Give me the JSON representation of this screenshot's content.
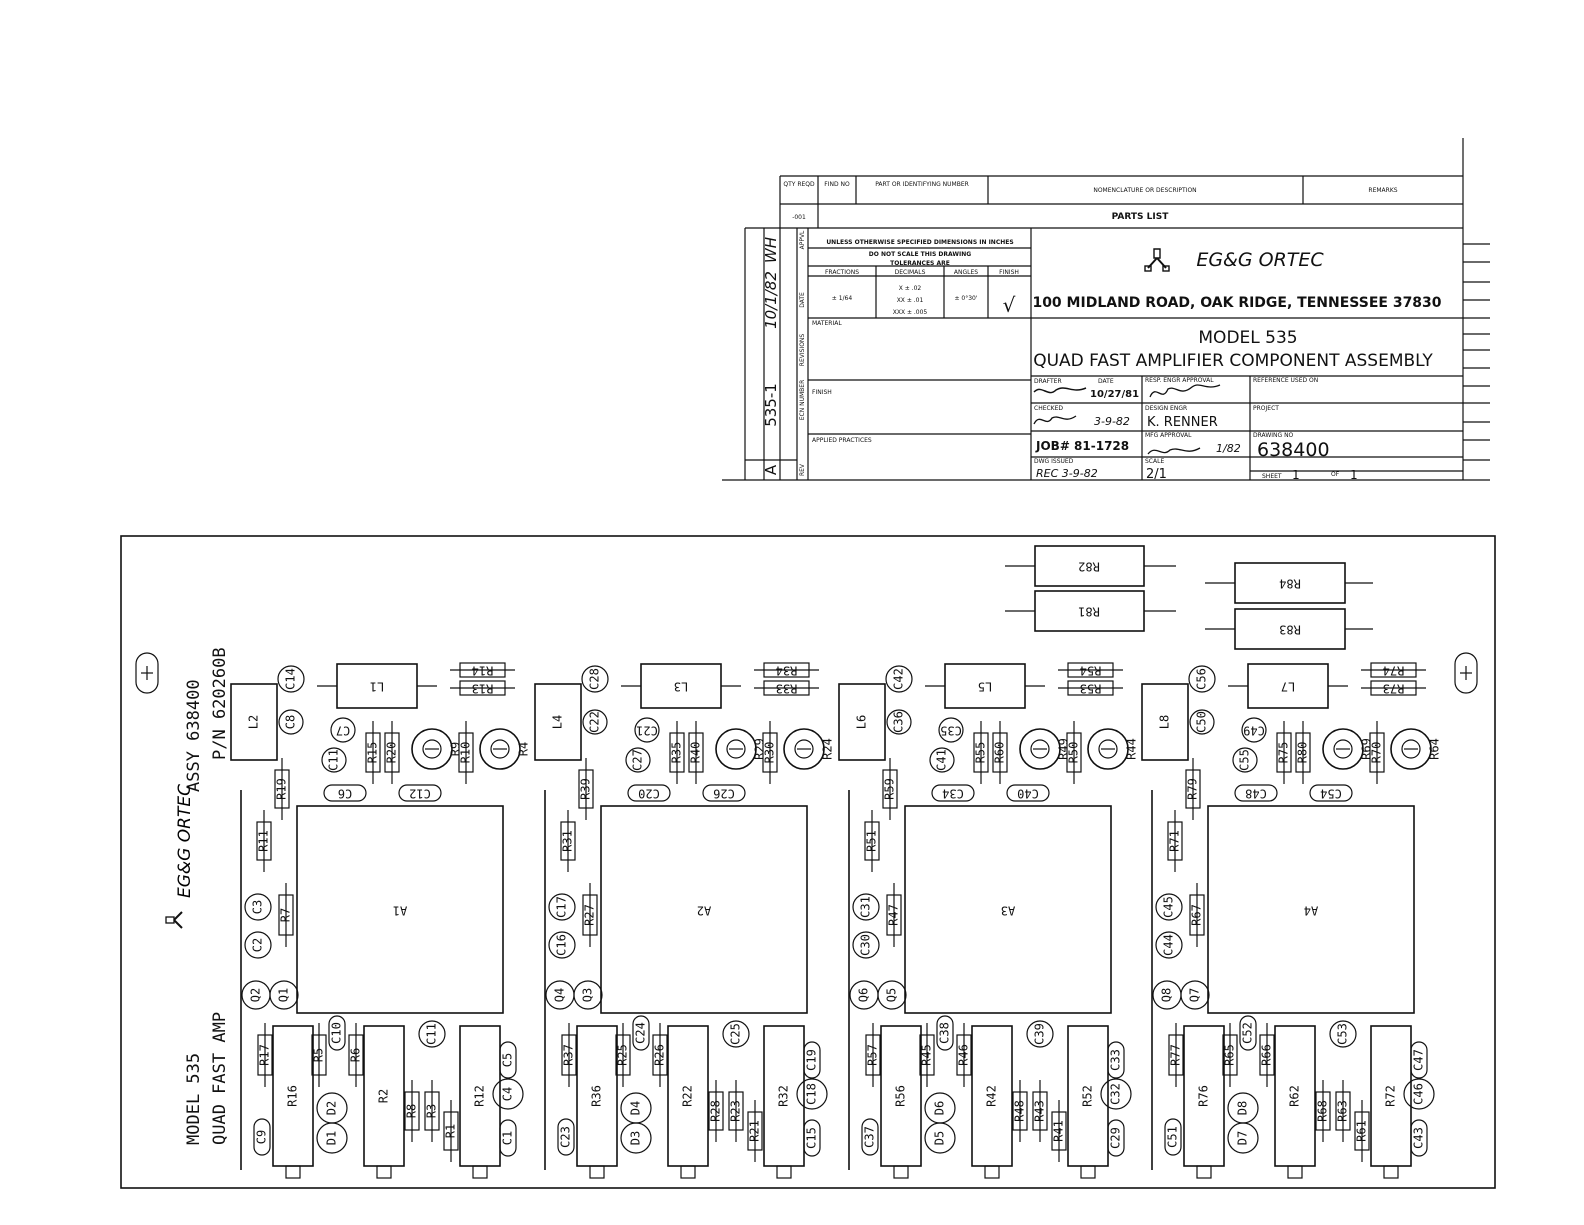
{
  "title_block": {
    "parts_header": {
      "qty_reqd": "QTY REQD",
      "find_no": "FIND NO",
      "part_no": "PART OR IDENTIFYING NUMBER",
      "nomenclature": "NOMENCLATURE OR DESCRIPTION",
      "remarks": "REMARKS"
    },
    "dash_no": "-001",
    "parts_list": "PARTS LIST",
    "tolerances": {
      "line1": "UNLESS OTHERWISE SPECIFIED DIMENSIONS IN INCHES",
      "line2": "DO NOT SCALE THIS DRAWING",
      "line3": "TOLERANCES ARE",
      "fractions": "FRACTIONS",
      "decimals": "DECIMALS",
      "angles": "ANGLES",
      "finish": "FINISH",
      "frac_val": "± 1/64",
      "dec1": "X ± .02",
      "dec2": "XX ± .01",
      "dec3": "XXX ± .005",
      "ang_val": "± 0°30'",
      "finish_mark": "√"
    },
    "material": "MATERIAL",
    "finish_label": "FINISH",
    "applied": "APPLIED PRACTICES",
    "revisions": "REVISIONS",
    "rev_col": "REV",
    "ecn_col": "ECN NUMBER",
    "date_col": "DATE",
    "appvl_col": "APPVL",
    "rev_letter": "A",
    "ecn_number": "535-1",
    "rev_date": "10/1/82",
    "rev_appvl": "WH",
    "company": "EG&G ORTEC",
    "address": "100 MIDLAND ROAD, OAK RIDGE, TENNESSEE 37830",
    "model": "MODEL 535",
    "description": "QUAD FAST AMPLIFIER COMPONENT ASSEMBLY",
    "drafter_label": "DRAFTER",
    "date_label": "DATE",
    "drafter_date": "10/27/81",
    "resp_label": "RESP. ENGR APPROVAL",
    "ref_used_label": "REFERENCE USED ON",
    "checked_label": "CHECKED",
    "checked_date": "3-9-82",
    "design_label": "DESIGN ENGR",
    "design_engr": "K. RENNER",
    "project_label": "PROJECT",
    "job": "JOB# 81-1728",
    "mfg_label": "MFG APPROVAL",
    "mfg_date": "1/82",
    "drawing_no_label": "DRAWING NO",
    "drawing_no": "638400",
    "dwg_issued_label": "DWG ISSUED",
    "dwg_issued": "REC 3-9-82",
    "scale_label": "SCALE",
    "scale": "2/1",
    "sheet_label": "SHEET",
    "sheet": "1",
    "of_label": "OF",
    "sheet_total": "1"
  },
  "board": {
    "brand": "EG&G ORTEC",
    "model_line": "MODEL 535",
    "quad_line": "QUAD FAST AMP",
    "assy_line": "ASSY 638400",
    "pn_line": "P/N 620260B"
  },
  "channels": [
    {
      "a": "A1",
      "l_long": "L1",
      "l_short": "L2",
      "r_top1": "R14",
      "r_top2": "R13",
      "c_top": "C14",
      "c_top2": "C8",
      "c_a": "C7",
      "c_b": "C11",
      "r_a": "R15",
      "r_b": "R20",
      "trim1": "R9",
      "r_c": "R10",
      "trim2": "R4",
      "c_bot1": "C6",
      "c_bot2": "C12",
      "r_v1": "R19",
      "r_v2": "R11",
      "c_m1": "C3",
      "r_m": "R7",
      "c_m2": "C2",
      "q1": "Q2",
      "q2": "Q1",
      "r_l1": "R17",
      "r_l2": "R16",
      "r_l3": "R5",
      "r_l4": "R6",
      "c_l1": "C10",
      "d1": "D2",
      "d2": "D1",
      "c_l2": "C9",
      "r_big": "R2",
      "r_s1": "R8",
      "r_s2": "R3",
      "r_s3": "R1",
      "c_l3": "C11",
      "c_l4": "C5",
      "c_l5": "C4",
      "r_big2": "R12",
      "c_l6": "C1"
    },
    {
      "a": "A2",
      "l_long": "L3",
      "l_short": "L4",
      "r_top1": "R34",
      "r_top2": "R33",
      "c_top": "C28",
      "c_top2": "C22",
      "c_a": "C21",
      "c_b": "C27",
      "r_a": "R35",
      "r_b": "R40",
      "trim1": "R29",
      "r_c": "R30",
      "trim2": "R24",
      "c_bot1": "C20",
      "c_bot2": "C26",
      "r_v1": "R39",
      "r_v2": "R31",
      "c_m1": "C17",
      "r_m": "R27",
      "c_m2": "C16",
      "q1": "Q4",
      "q2": "Q3",
      "r_l1": "R37",
      "r_l2": "R36",
      "r_l3": "R25",
      "r_l4": "R26",
      "c_l1": "C24",
      "d1": "D4",
      "d2": "D3",
      "c_l2": "C23",
      "r_big": "R22",
      "r_s1": "R28",
      "r_s2": "R23",
      "r_s3": "R21",
      "c_l3": "C25",
      "c_l4": "C19",
      "c_l5": "C18",
      "r_big2": "R32",
      "c_l6": "C15"
    },
    {
      "a": "A3",
      "l_long": "L5",
      "l_short": "L6",
      "r_top1": "R54",
      "r_top2": "R53",
      "c_top": "C42",
      "c_top2": "C36",
      "c_a": "C35",
      "c_b": "C41",
      "r_a": "R55",
      "r_b": "R60",
      "trim1": "R49",
      "r_c": "R50",
      "trim2": "R44",
      "c_bot1": "C34",
      "c_bot2": "C40",
      "r_v1": "R59",
      "r_v2": "R51",
      "c_m1": "C31",
      "r_m": "R47",
      "c_m2": "C30",
      "q1": "Q6",
      "q2": "Q5",
      "r_l1": "R57",
      "r_l2": "R56",
      "r_l3": "R45",
      "r_l4": "R46",
      "c_l1": "C38",
      "d1": "D6",
      "d2": "D5",
      "c_l2": "C37",
      "r_big": "R42",
      "r_s1": "R48",
      "r_s2": "R43",
      "r_s3": "R41",
      "c_l3": "C39",
      "c_l4": "C33",
      "c_l5": "C32",
      "r_big2": "R52",
      "c_l6": "C29"
    },
    {
      "a": "A4",
      "l_long": "L7",
      "l_short": "L8",
      "r_top1": "R74",
      "r_top2": "R73",
      "c_top": "C56",
      "c_top2": "C50",
      "c_a": "C49",
      "c_b": "C55",
      "r_a": "R75",
      "r_b": "R80",
      "trim1": "R69",
      "r_c": "R70",
      "trim2": "R64",
      "c_bot1": "C48",
      "c_bot2": "C54",
      "r_v1": "R79",
      "r_v2": "R71",
      "c_m1": "C45",
      "r_m": "R67",
      "c_m2": "C44",
      "q1": "Q8",
      "q2": "Q7",
      "r_l1": "R77",
      "r_l2": "R76",
      "r_l3": "R65",
      "r_l4": "R66",
      "c_l1": "C52",
      "d1": "D8",
      "d2": "D7",
      "c_l2": "C51",
      "r_big": "R62",
      "r_s1": "R68",
      "r_s2": "R63",
      "r_s3": "R61",
      "c_l3": "C53",
      "c_l4": "C47",
      "c_l5": "C46",
      "r_big2": "R72",
      "c_l6": "C43"
    }
  ],
  "power_resistors": {
    "r82": "R82",
    "r81": "R81",
    "r84": "R84",
    "r83": "R83"
  }
}
